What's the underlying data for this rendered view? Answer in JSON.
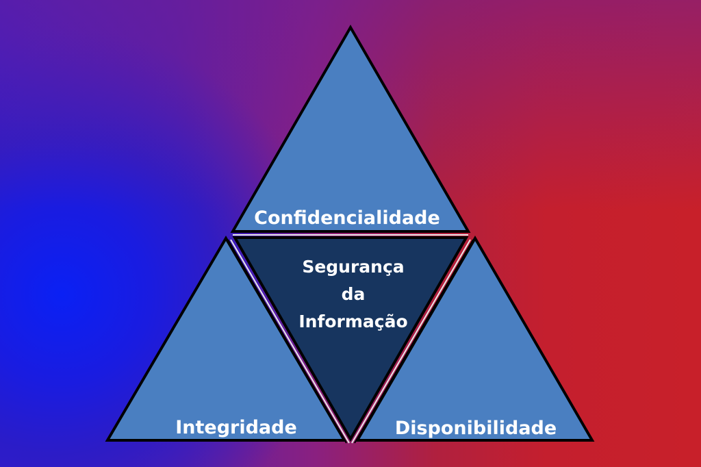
{
  "diagram": {
    "title": "Segurança da Informação",
    "center": {
      "lines": [
        "Segurança",
        "da",
        "Informação"
      ],
      "fill": "#17355f"
    },
    "top": {
      "label": "Confidencialidade",
      "fill": "#4a7fc1"
    },
    "bottom_left": {
      "label": "Integridade",
      "fill": "#4a7fc1"
    },
    "bottom_right": {
      "label": "Disponibilidade",
      "fill": "#4a7fc1"
    },
    "colors": {
      "outline": "#000000",
      "separator": "#ffffff",
      "text": "#ffffff",
      "background_left": "#0a20f4",
      "background_right": "#c8202a"
    }
  }
}
